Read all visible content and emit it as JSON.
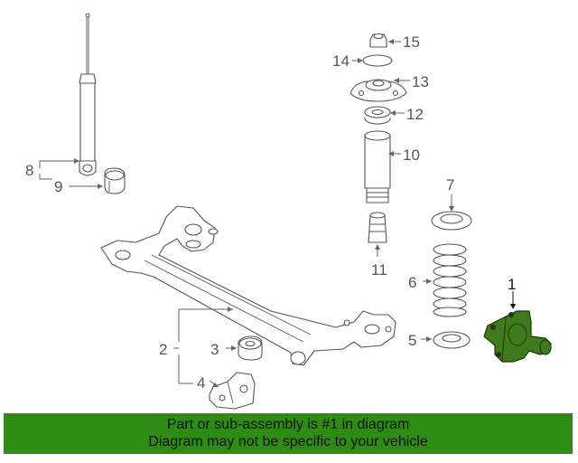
{
  "callouts": {
    "c1": "1",
    "c2": "2",
    "c3": "3",
    "c4": "4",
    "c5": "5",
    "c6": "6",
    "c7": "7",
    "c8": "8",
    "c9": "9",
    "c10": "10",
    "c11": "11",
    "c12": "12",
    "c13": "13",
    "c14": "14",
    "c15": "15"
  },
  "highlighted_part": "1",
  "colors": {
    "banner": "#2e8b14",
    "highlight": "#3f7a1c",
    "line_art": "#555555"
  },
  "banner": {
    "line1": "Part or sub-assembly is #1 in diagram",
    "line2": "Diagram may not be specific to your vehicle"
  }
}
